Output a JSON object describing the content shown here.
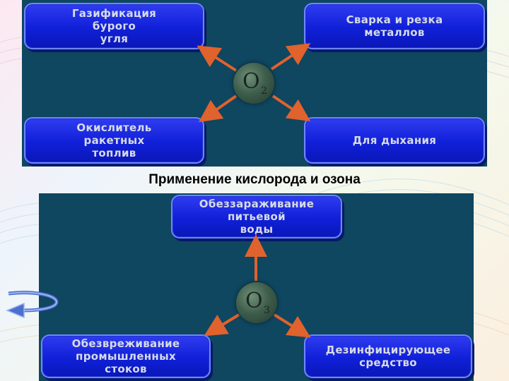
{
  "heading": "Применение кислорода и озона",
  "oxygen": {
    "symbol": "O",
    "subscript": "2",
    "uses": [
      "Газификация\nбурого\nугля",
      "Сварка и резка\nметаллов",
      "Окислитель\nракетных\nтоплив",
      "Для дыхания"
    ]
  },
  "ozone": {
    "symbol": "O",
    "subscript": "3",
    "uses": [
      "Обеззараживание\nпитьевой\nводы",
      "Обезвреживание\nпромышленных\nстоков",
      "Дезинфицирующее\nсредство"
    ]
  },
  "colors": {
    "panel": "#0f4660",
    "box": "#1a2be4",
    "box_text": "#d7dbe6",
    "arrow": "#e0622c"
  },
  "icons": {
    "nav": "return-arrow-icon"
  }
}
